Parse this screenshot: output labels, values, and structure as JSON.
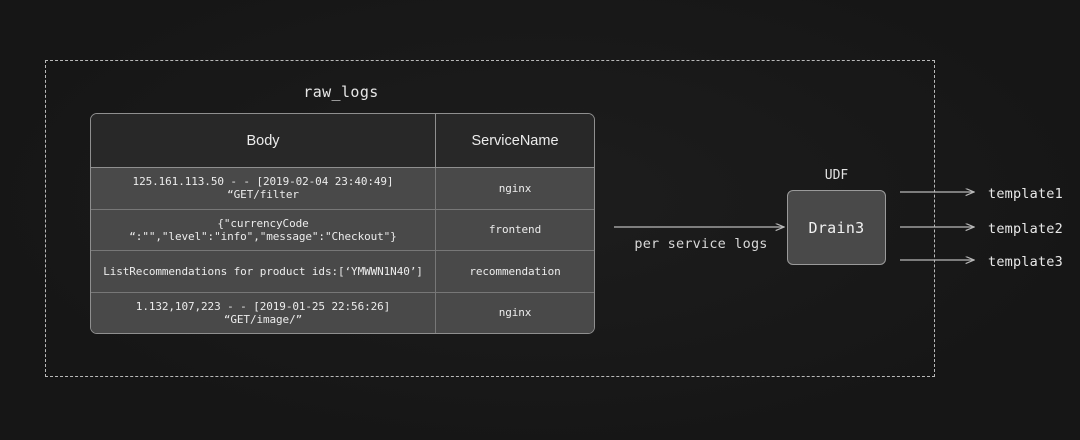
{
  "diagram": {
    "region_label": "raw_logs",
    "table": {
      "columns": [
        "Body",
        "ServiceName"
      ],
      "rows": [
        {
          "body": "125.161.113.50 - - [2019-02-04 23:40:49] “GET/filter",
          "service": "nginx"
        },
        {
          "body": "{\"currencyCode “:\"\",\"level\":\"info\",\"message\":\"Checkout\"}",
          "service": "frontend"
        },
        {
          "body": "ListRecommendations for product ids:[‘YMWWN1N40’]",
          "service": "recommendation"
        },
        {
          "body": "1.132,107,223 - - [2019-01-25 22:56:26] “GET/image/”",
          "service": "nginx"
        }
      ]
    },
    "flow_arrow_label": "per service logs",
    "processor": {
      "caption": "UDF",
      "name": "Drain3"
    },
    "outputs": [
      {
        "label": "template1"
      },
      {
        "label": "template2"
      },
      {
        "label": "template3"
      }
    ],
    "colors": {
      "background": "#161616",
      "boundary_stroke": "#b9b9b9",
      "table_border": "#8f8f8f",
      "header_fill": "#282828",
      "row_fill": "#494949",
      "row_divider": "#777777",
      "text": "#ececec",
      "arrow_stroke": "#b9b9b9",
      "box_fill": "#494949",
      "box_stroke": "#9a9a9a"
    }
  }
}
